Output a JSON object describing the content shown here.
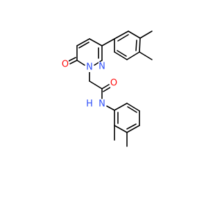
{
  "molecule": {
    "atoms": {
      "oxygen_ring": {
        "symbol": "O",
        "color": "#ff0d0d"
      },
      "oxygen_amide": {
        "symbol": "O",
        "color": "#ff0d0d"
      },
      "nitrogen_n1": {
        "symbol": "N",
        "color": "#3050f8"
      },
      "nitrogen_n2": {
        "symbol": "N",
        "color": "#3050f8"
      },
      "nitrogen_amide": {
        "symbol": "N",
        "color": "#3050f8"
      },
      "hydrogen_amide": {
        "symbol": "H",
        "color": "#3050f8"
      }
    }
  }
}
